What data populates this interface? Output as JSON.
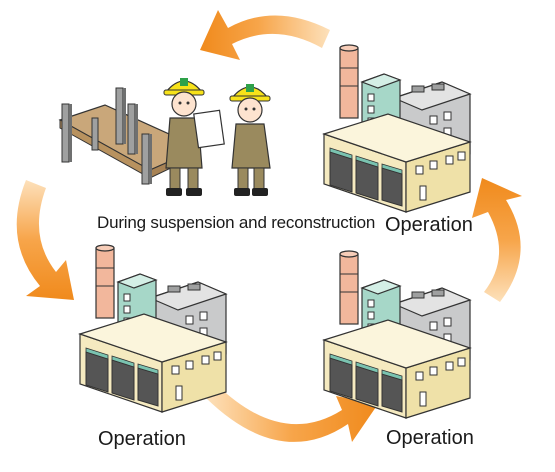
{
  "labels": {
    "construction": "During suspension and reconstruction",
    "top_right": "Operation",
    "bottom_left": "Operation",
    "bottom_right": "Operation"
  },
  "colors": {
    "arrow_dark": "#f08a1c",
    "arrow_light": "#fde1bb",
    "chimney": "#f2b79c",
    "wall_cream": "#f5eac0",
    "wall_green": "#a6d7c8",
    "wall_grey": "#c9cacb",
    "helmet": "#f7e21a",
    "uniform": "#9a8a5e"
  }
}
